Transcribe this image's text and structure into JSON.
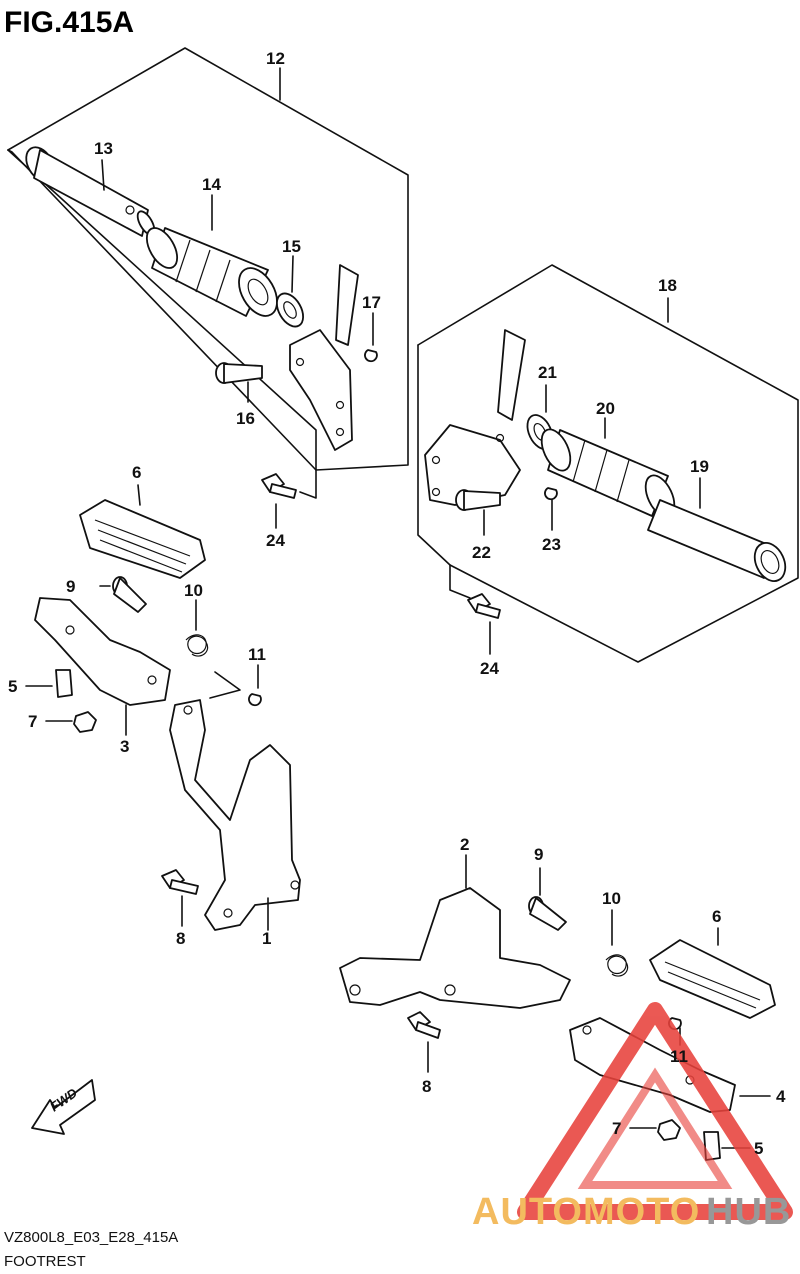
{
  "figure": {
    "title": "FIG.415A",
    "model_code": "VZ800L8_E03_E28_415A",
    "section_name": "FOOTREST",
    "direction_badge": "FWD"
  },
  "parts": [
    {
      "number": "1",
      "shape": "passenger-footrest-bracket"
    },
    {
      "number": "2",
      "shape": "bracket-right"
    },
    {
      "number": "3",
      "shape": "footrest-holder-left"
    },
    {
      "number": "4",
      "shape": "footrest-holder-right"
    },
    {
      "number": "5",
      "shape": "bolt"
    },
    {
      "number": "6",
      "shape": "footrest-rubber"
    },
    {
      "number": "7",
      "shape": "nut"
    },
    {
      "number": "8",
      "shape": "bolt"
    },
    {
      "number": "9",
      "shape": "pin"
    },
    {
      "number": "10",
      "shape": "spring"
    },
    {
      "number": "11",
      "shape": "clip"
    },
    {
      "number": "12",
      "shape": "assembly-box-left"
    },
    {
      "number": "13",
      "shape": "shaft"
    },
    {
      "number": "14",
      "shape": "grip"
    },
    {
      "number": "15",
      "shape": "washer"
    },
    {
      "number": "16",
      "shape": "pin"
    },
    {
      "number": "17",
      "shape": "clip"
    },
    {
      "number": "18",
      "shape": "assembly-box-right"
    },
    {
      "number": "19",
      "shape": "shaft"
    },
    {
      "number": "20",
      "shape": "grip"
    },
    {
      "number": "21",
      "shape": "washer"
    },
    {
      "number": "22",
      "shape": "pin"
    },
    {
      "number": "23",
      "shape": "clip"
    },
    {
      "number": "24",
      "shape": "bolt"
    }
  ],
  "labels": {
    "p1": "1",
    "p2": "2",
    "p3": "3",
    "p4": "4",
    "p5a": "5",
    "p5b": "5",
    "p6a": "6",
    "p6b": "6",
    "p7a": "7",
    "p7b": "7",
    "p8a": "8",
    "p8b": "8",
    "p9a": "9",
    "p9b": "9",
    "p10a": "10",
    "p10b": "10",
    "p11a": "11",
    "p11b": "11",
    "p12": "12",
    "p13": "13",
    "p14": "14",
    "p15": "15",
    "p16": "16",
    "p17": "17",
    "p18": "18",
    "p19": "19",
    "p20": "20",
    "p21": "21",
    "p22": "22",
    "p23": "23",
    "p24a": "24",
    "p24b": "24"
  },
  "watermark": {
    "brand_part1": "AUTOMOTO",
    "brand_part2": "HUB",
    "colors": {
      "accent_red": "#e8423c",
      "accent_orange": "#f2b24a",
      "accent_gray": "#8a8a8a"
    }
  }
}
